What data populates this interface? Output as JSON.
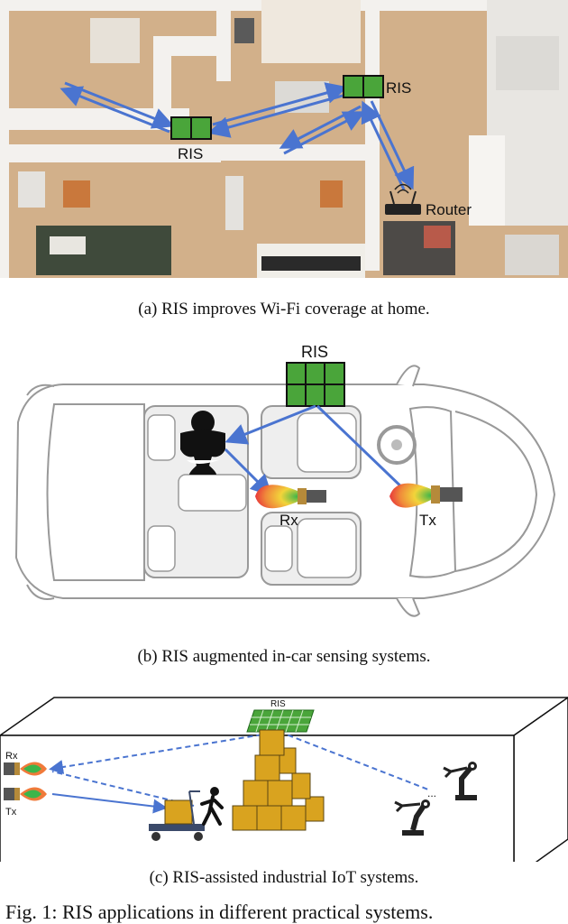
{
  "panel_a": {
    "caption": "(a) RIS improves Wi-Fi coverage at home.",
    "ris_label_left": "RIS",
    "ris_label_right": "RIS",
    "router_label": "Router",
    "colors": {
      "ris_green": "#4aa53a",
      "arrow_blue": "#4a74d0",
      "floor": "#c9a57a"
    }
  },
  "panel_b": {
    "caption": "(b) RIS augmented in-car sensing systems.",
    "ris_label": "RIS",
    "rx_label": "Rx",
    "tx_label": "Tx"
  },
  "panel_c": {
    "caption": "(c) RIS-assisted industrial IoT systems.",
    "ris_label": "RIS",
    "rx_label": "Rx",
    "tx_label": "Tx",
    "ellipsis": "..."
  },
  "figure_caption_partial": "Fig. 1: RIS applications in different practical systems."
}
